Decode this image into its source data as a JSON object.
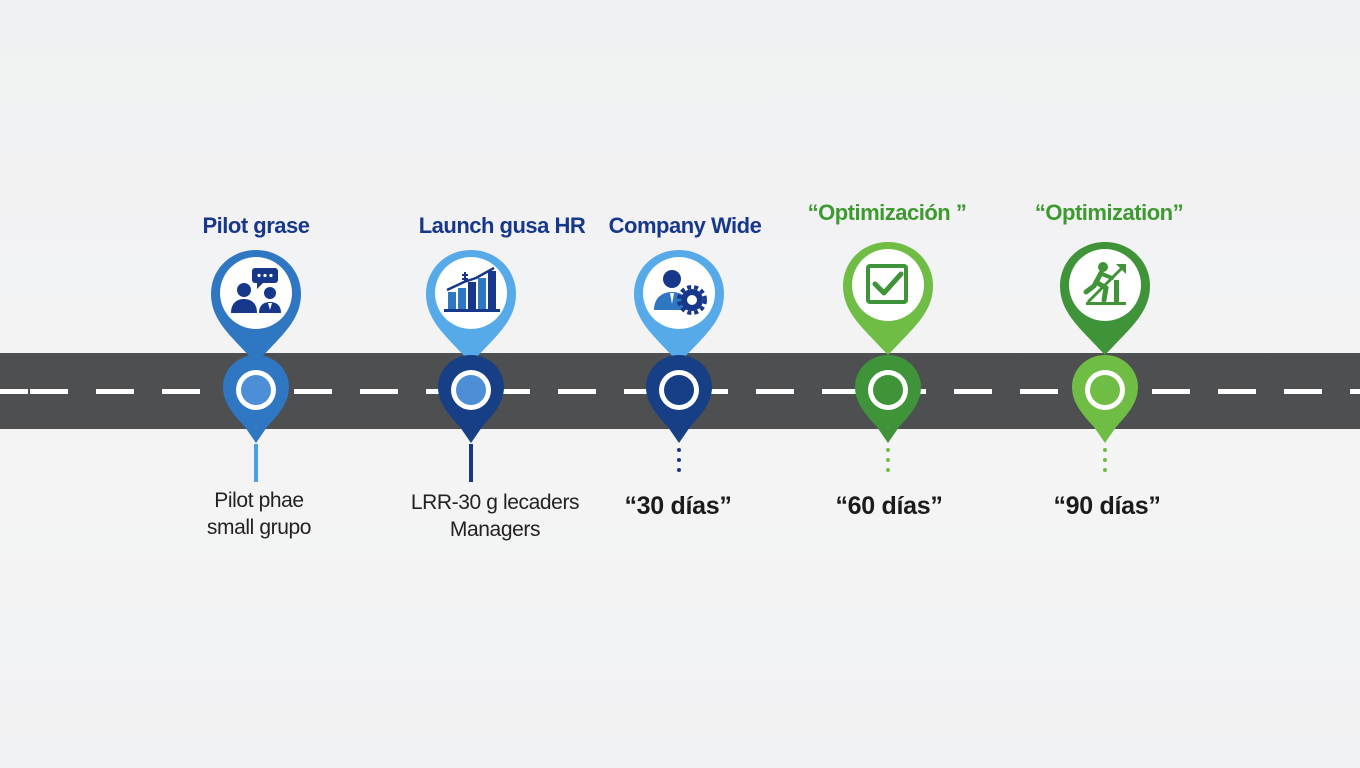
{
  "colors": {
    "road": "#4d4f51",
    "blue": "#2f76c3",
    "light_blue": "#57aaea",
    "navy": "#173f86",
    "light_green": "#6fbd45",
    "green": "#3f9338",
    "title_blue": "#17388a",
    "title_green": "#3d9a2f"
  },
  "milestones": [
    {
      "title": "Pilot grase",
      "icon": "meeting-people-icon",
      "description": [
        "Pilot phae",
        "small grupo"
      ]
    },
    {
      "title": "Launch gusa HR",
      "icon": "bar-chart-growth-icon",
      "description": [
        "LRR-30 g lecaders",
        "Managers"
      ]
    },
    {
      "title": "Company Wide",
      "icon": "person-gear-icon",
      "days": "“30 días”"
    },
    {
      "title": "“Optimización ”",
      "icon": "checkbox-icon",
      "days": "“60 días”"
    },
    {
      "title": "“Optimization”",
      "icon": "runner-upward-arrow-icon",
      "days": "“90 días”"
    }
  ]
}
